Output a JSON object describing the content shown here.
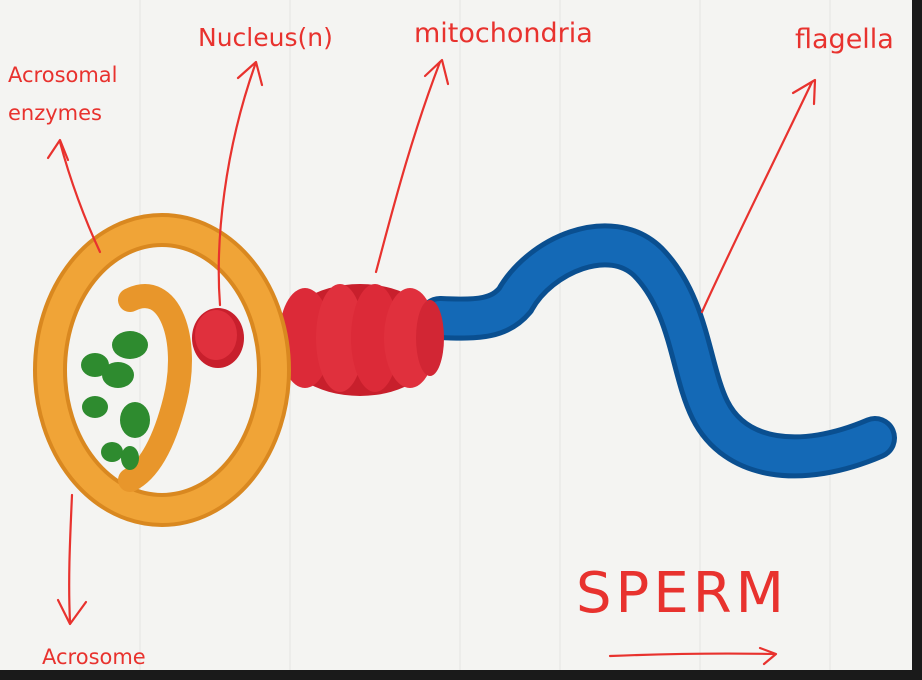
{
  "diagram": {
    "title": "SPERM",
    "labels": {
      "acrosomal_enzymes_line1": "Acrosomal",
      "acrosomal_enzymes_line2": "enzymes",
      "nucleus": "Nucleus(n)",
      "mitochondria": "mitochondria",
      "flagella": "flagella",
      "acrosome": "Acrosome"
    }
  },
  "colors": {
    "paper": "#f4f4f2",
    "ink": "#e8322e",
    "head_ring": "#eea233",
    "nucleus": "#de2b3a",
    "midpiece": "#dc2a38",
    "flagellum": "#0f5fa8",
    "enzymes": "#2e8b2f"
  }
}
